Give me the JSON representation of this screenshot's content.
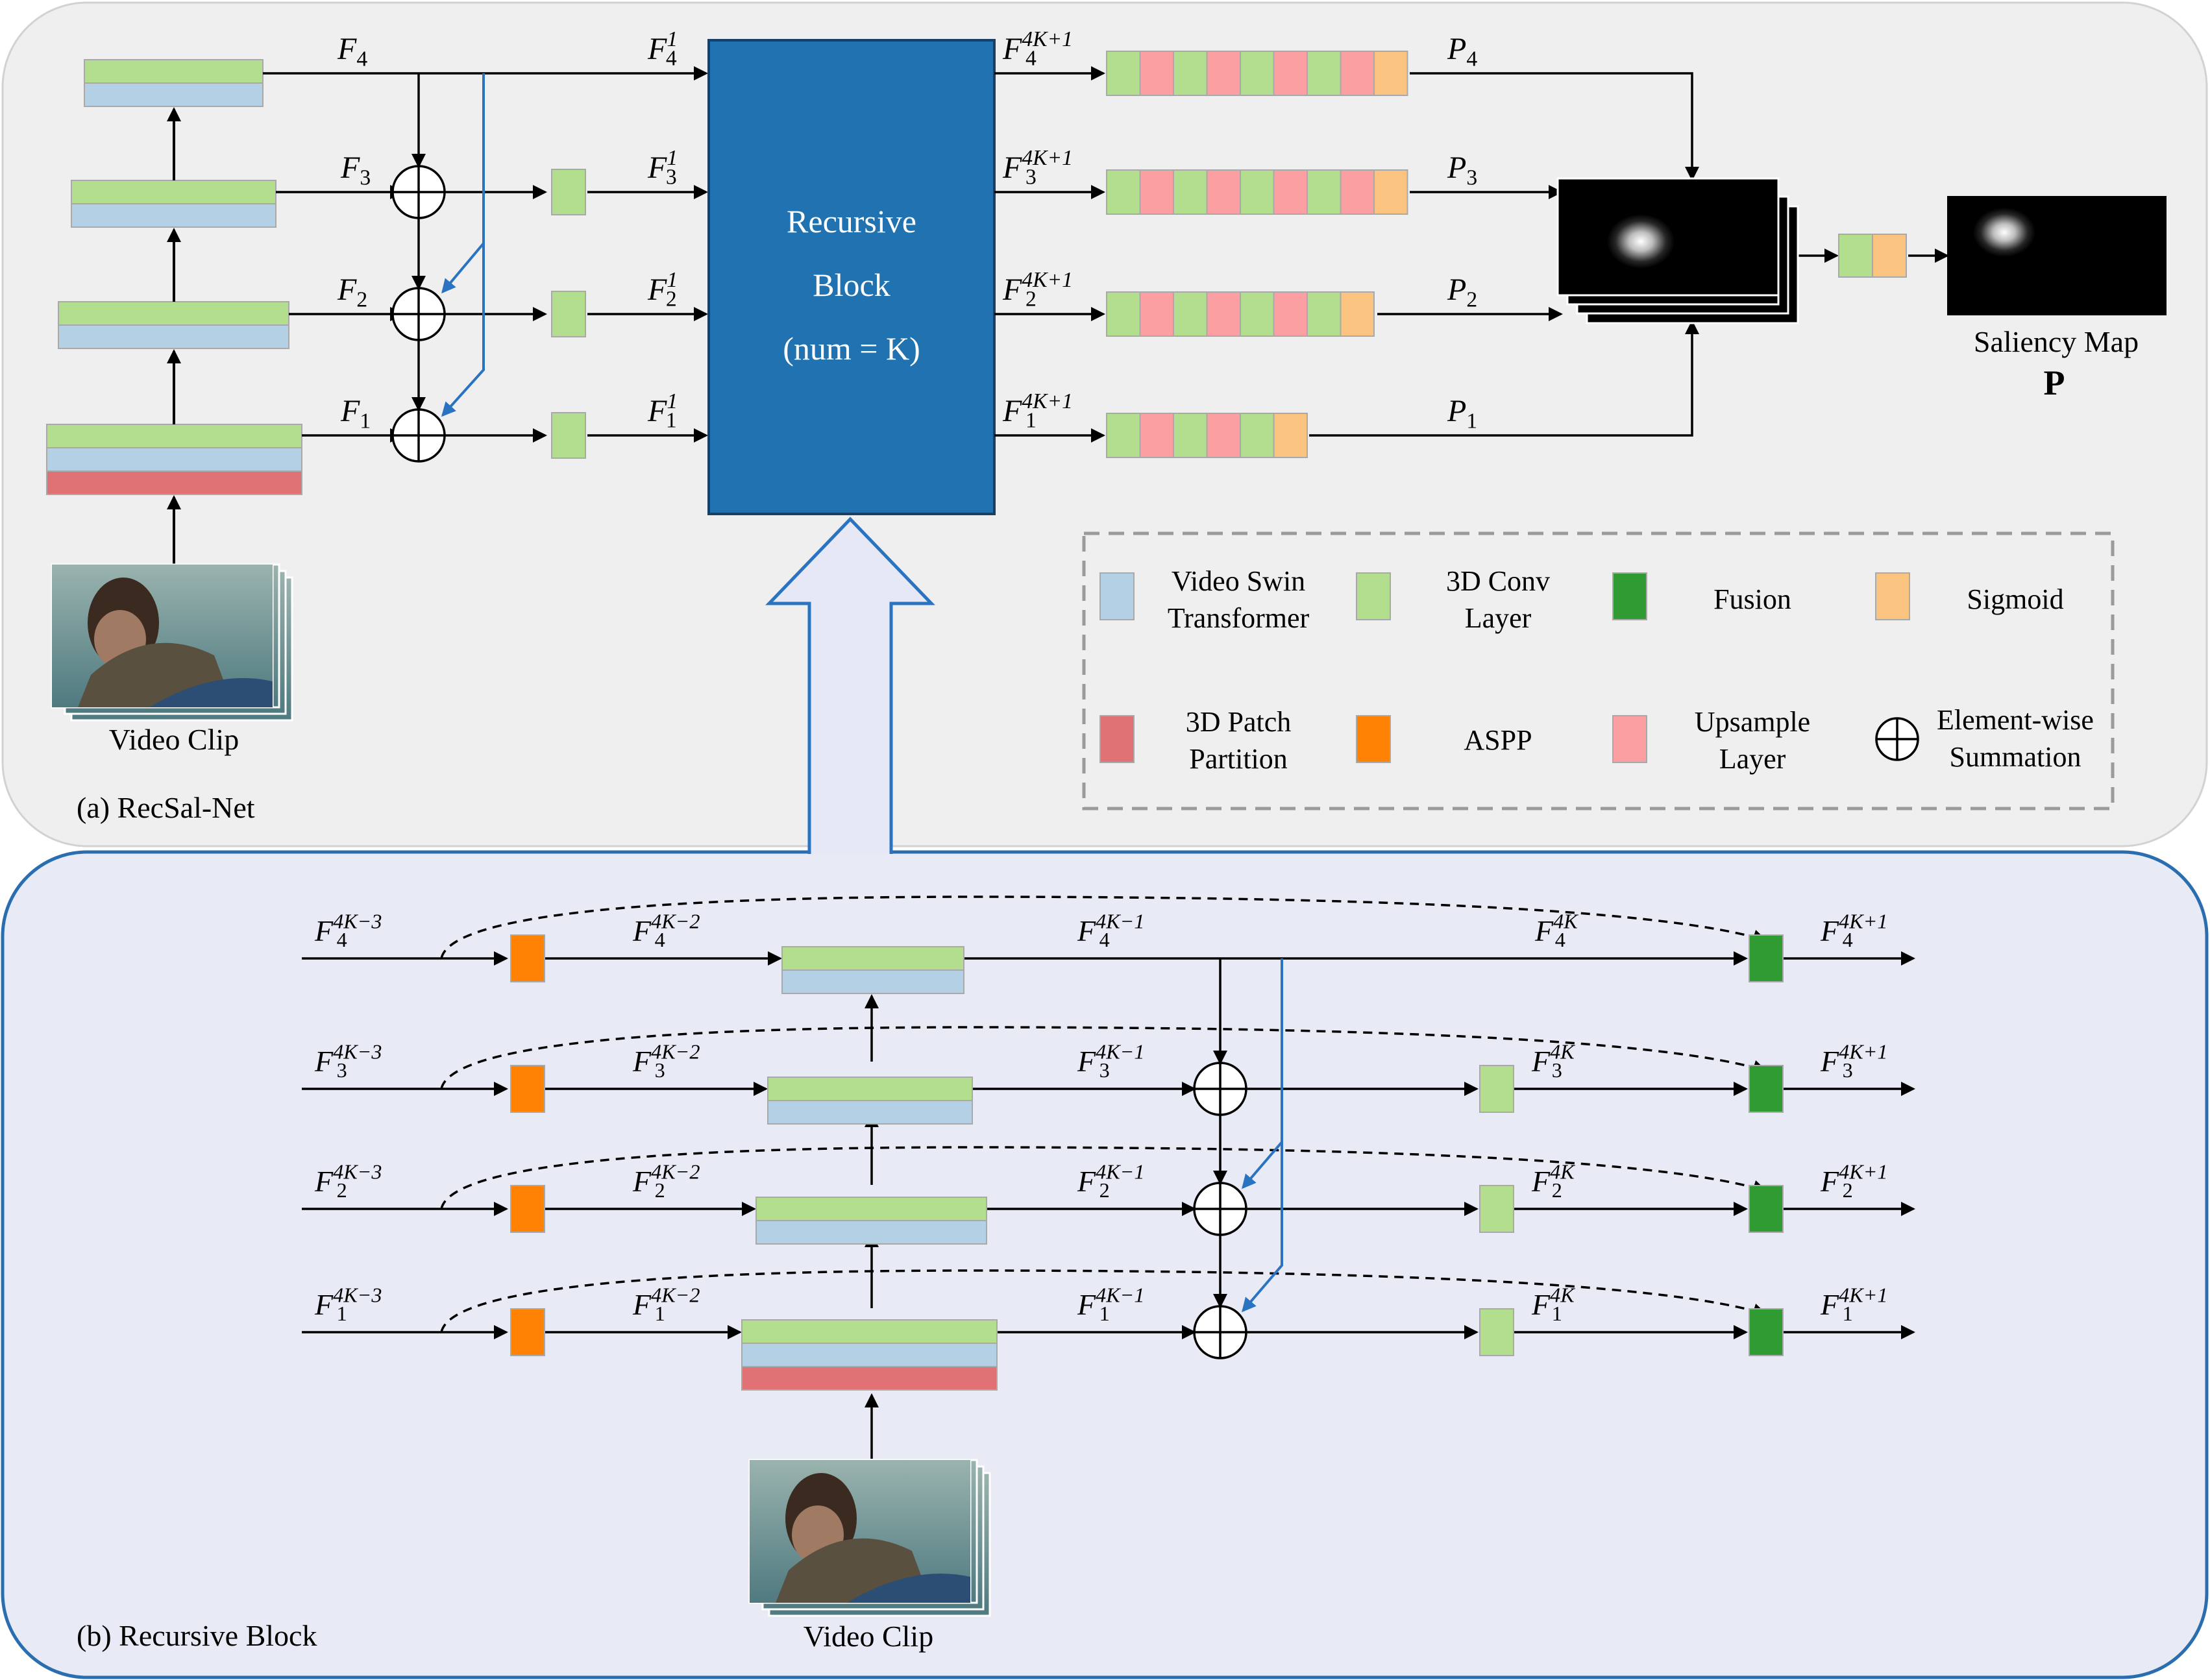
{
  "panel_a": {
    "caption": "(a) RecSal-Net",
    "input_label": "Video Clip",
    "features": [
      "F_4",
      "F_3",
      "F_2",
      "F_1"
    ],
    "block_inputs": [
      "F_4^1",
      "F_3^1",
      "F_2^1",
      "F_1^1"
    ],
    "recursive_block": {
      "line1": "Recursive",
      "line2": "Block",
      "line3": "(num = K)"
    },
    "block_outputs": [
      "F_4^{4K+1}",
      "F_3^{4K+1}",
      "F_2^{4K+1}",
      "F_1^{4K+1}"
    ],
    "predictions": [
      "P_4",
      "P_3",
      "P_2",
      "P_1"
    ],
    "output_label": "Saliency Map",
    "output_symbol": "P"
  },
  "legend": {
    "items": [
      {
        "label_lines": [
          "Video Swin",
          "Transformer"
        ],
        "color": "#b4d0e4"
      },
      {
        "label_lines": [
          "3D Conv",
          "Layer"
        ],
        "color": "#b2de8e"
      },
      {
        "label_lines": [
          "Fusion"
        ],
        "color": "#2f9b32"
      },
      {
        "label_lines": [
          "Sigmoid"
        ],
        "color": "#fac37f"
      },
      {
        "label_lines": [
          "3D Patch",
          "Partition"
        ],
        "color": "#e07276"
      },
      {
        "label_lines": [
          "ASPP"
        ],
        "color": "#ff8204"
      },
      {
        "label_lines": [
          "Upsample",
          "Layer"
        ],
        "color": "#fb9fa2"
      },
      {
        "label_lines": [
          "Element-wise",
          "Summation"
        ],
        "color": "symbol-circle-plus"
      }
    ]
  },
  "panel_b": {
    "caption": "(b) Recursive Block",
    "input_label": "Video Clip",
    "inputs": [
      "F_4^{4K-3}",
      "F_3^{4K-3}",
      "F_2^{4K-3}",
      "F_1^{4K-3}"
    ],
    "aspp_outputs": [
      "F_4^{4K-2}",
      "F_3^{4K-2}",
      "F_2^{4K-2}",
      "F_1^{4K-2}"
    ],
    "backbone_outputs": [
      "F_4^{4K-1}",
      "F_3^{4K-1}",
      "F_2^{4K-1}",
      "F_1^{4K-1}"
    ],
    "fused_features": [
      "F_4^{4K}",
      "F_3^{4K}",
      "F_2^{4K}",
      "F_1^{4K}"
    ],
    "outputs": [
      "F_4^{4K+1}",
      "F_3^{4K+1}",
      "F_2^{4K+1}",
      "F_1^{4K+1}"
    ]
  },
  "colors": {
    "panel_a_bg": "#efefef",
    "panel_b_bg": "#e8eaf5",
    "panel_b_border": "#2a6eb0",
    "block": "#2072b0",
    "block_border": "#163f6a",
    "skip_arrow": "#2a73c0",
    "up_arrow_fill": "#e6e8f5",
    "up_arrow_stroke": "#2a73c0"
  }
}
